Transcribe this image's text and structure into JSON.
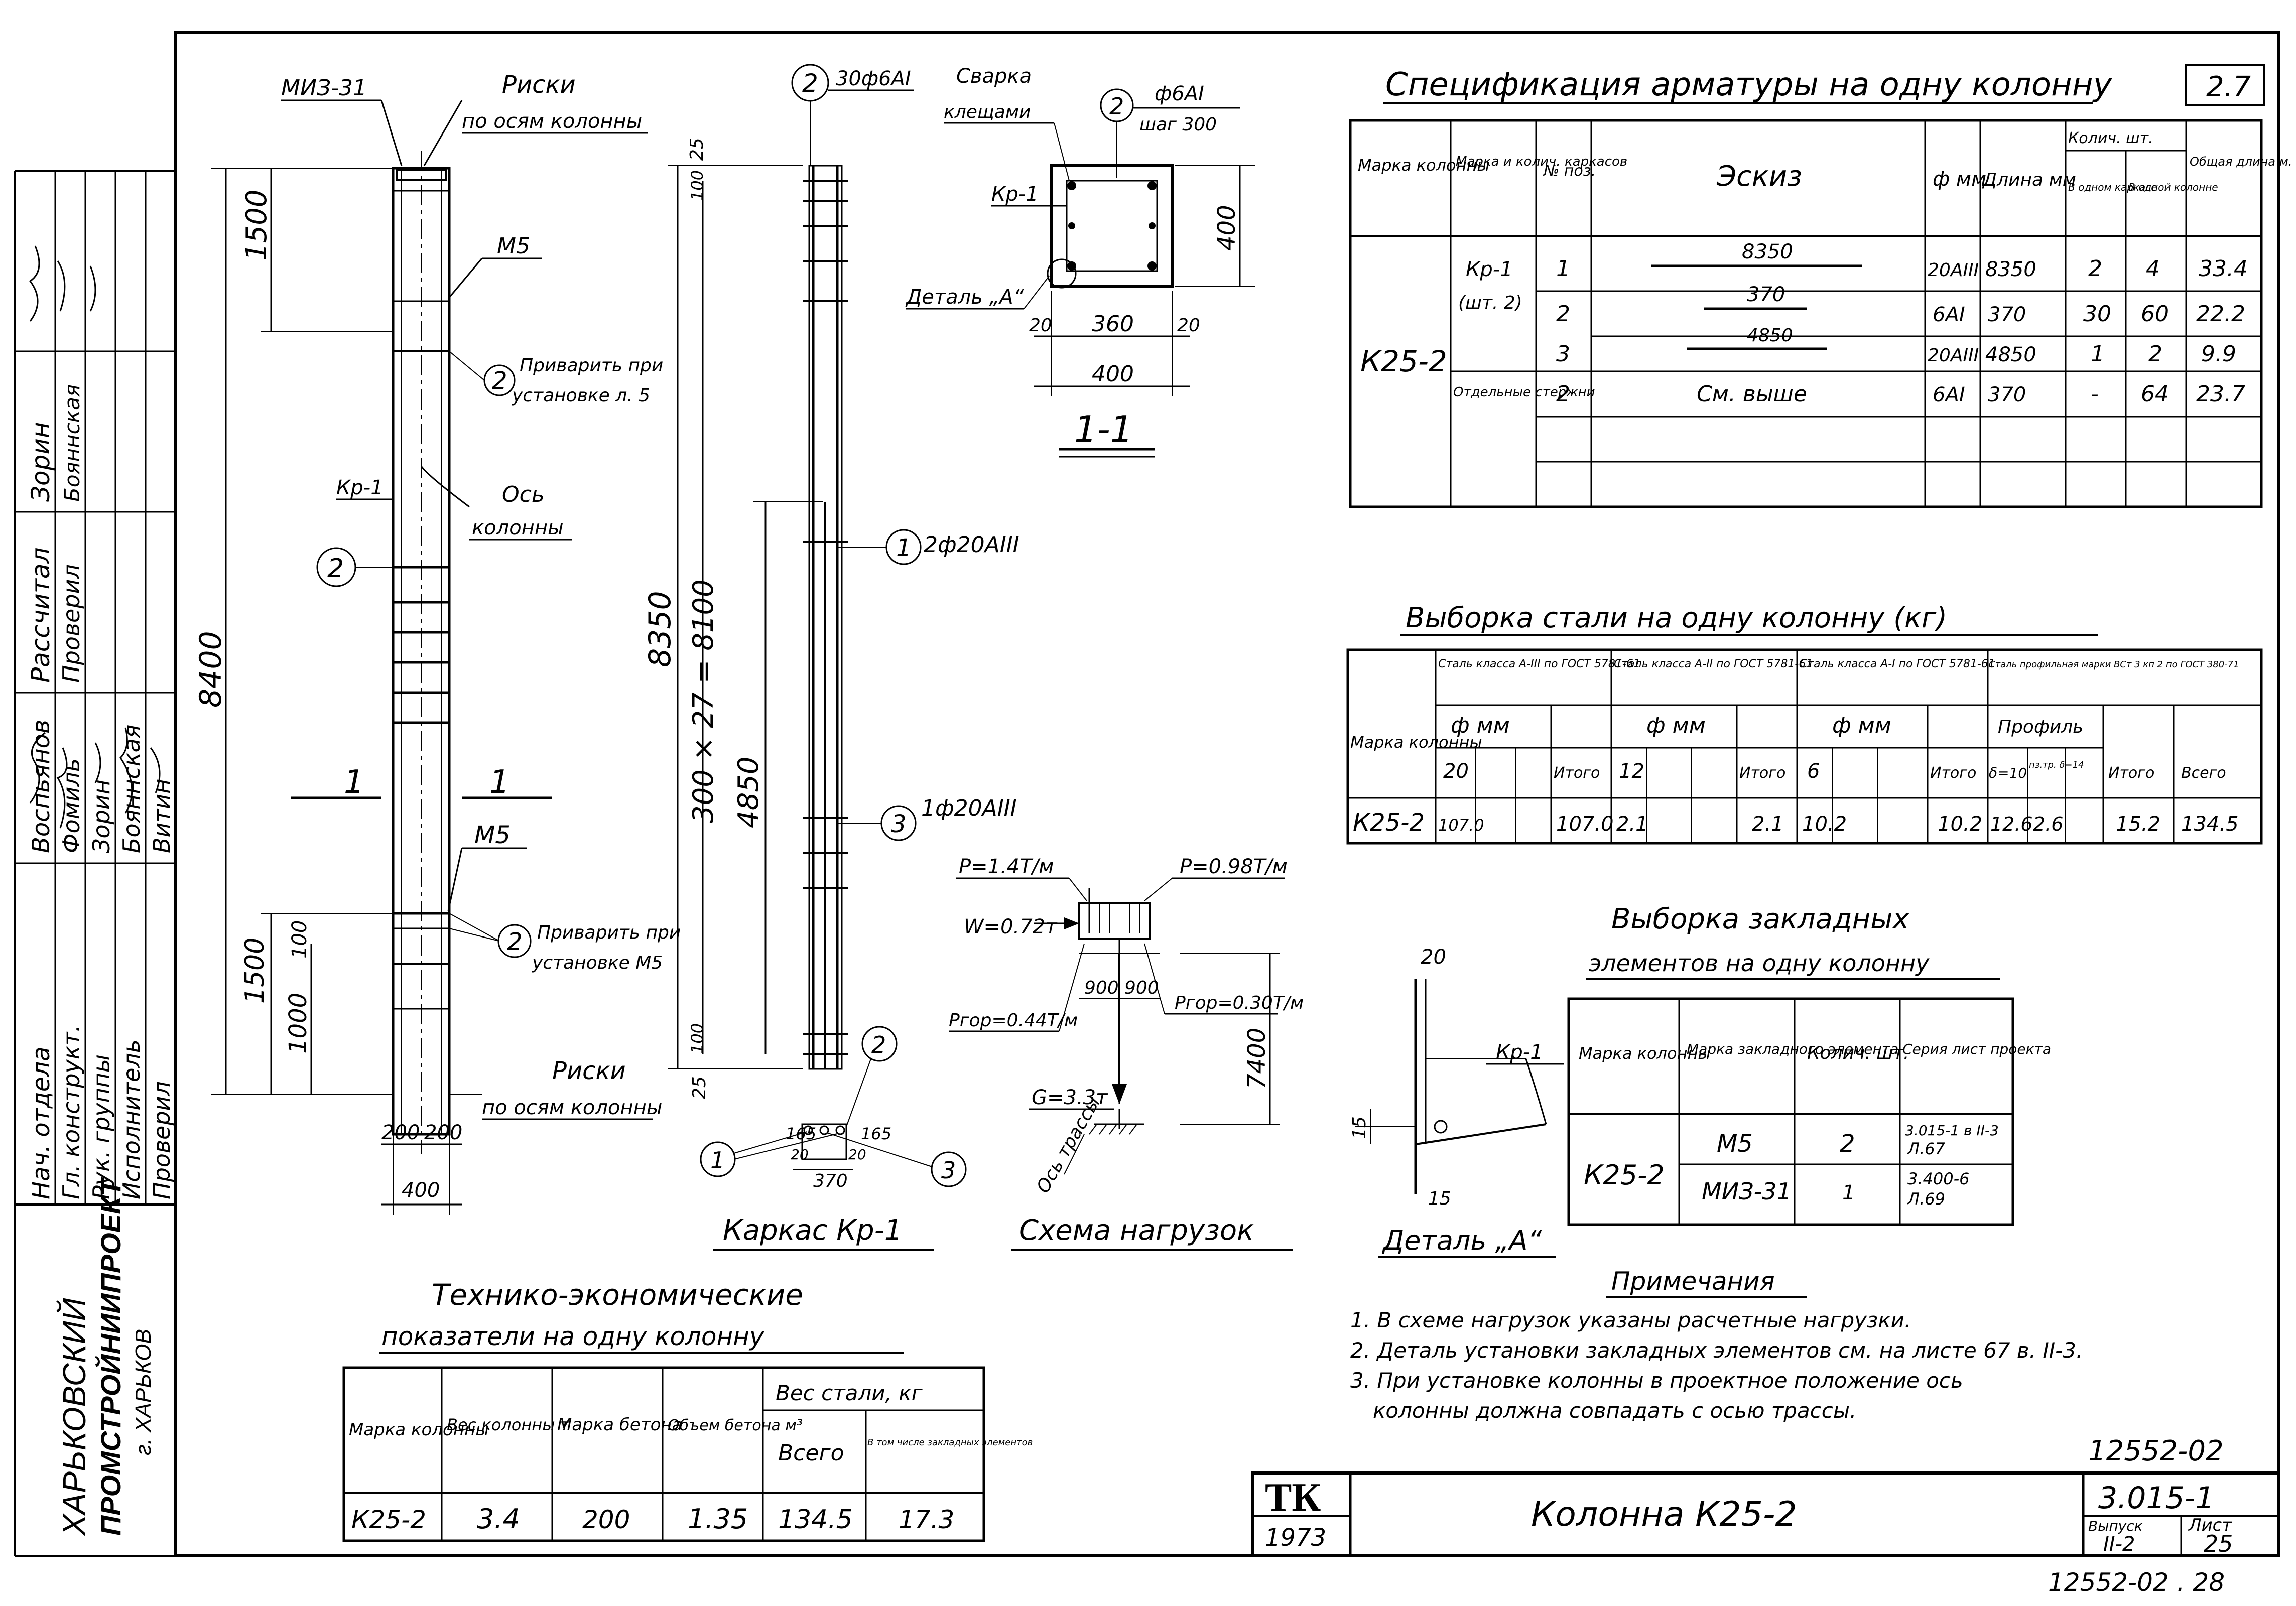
{
  "sheet": {
    "code": "2.7",
    "title": "Колонна К25-2",
    "year": "1973",
    "logo": "ТК",
    "series": "3.015-1",
    "issue_label": "Выпуск",
    "issue": "II-2",
    "sheet_label": "Лист",
    "sheet_no": "25",
    "archive_no": "12552-02",
    "bottom_no": "12552-02 . 28"
  },
  "org": {
    "name1": "ХАРЬКОВСКИЙ",
    "name2": "ПРОМСТРОЙНИИПРОЕКТ",
    "city": "г. ХАРЬКОВ",
    "stamp": [
      {
        "role": "Нач. отдела",
        "name": "Воспьянов"
      },
      {
        "role": "Гл. конструкт.",
        "name": "Фомиль"
      },
      {
        "role": "Рук. группы",
        "name": "Зорин"
      },
      {
        "role": "Исполнитель",
        "name": "Бояннская"
      },
      {
        "role": "Проверил",
        "name": "Витин"
      },
      {
        "role": "Рассчитал",
        "name": "Зорин"
      },
      {
        "role": "Проверил",
        "name": "Бояннская"
      }
    ]
  },
  "column_view": {
    "top_embed": "МИЗ-31",
    "marks_top": "Риски",
    "marks_top2": "по осям колонны",
    "m5_top": "М5",
    "weld_note1": "Приварить при",
    "weld_note1b": "установке л. 5",
    "kr1": "Кр-1",
    "axis": "Ось",
    "axis2": "колонны",
    "pos2": "2",
    "dim_total": "8400",
    "dim_top": "1500",
    "dim_bottom": "1500",
    "dim_1000": "1000",
    "dim_100": "100",
    "section_mark": "1",
    "m5_bottom": "М5",
    "weld_note2": "Приварить при",
    "weld_note2b": "установке М5",
    "marks_bottom": "Риски",
    "marks_bottom2": "по осям колонны",
    "dim_200a": "200",
    "dim_200b": "200",
    "dim_400": "400"
  },
  "cage": {
    "title": "Каркас Кр-1",
    "pos2_label": "30ф6АI",
    "pos1_label": "2ф20АIII",
    "pos3_label": "1ф20АIII",
    "dim_25_top": "25",
    "dim_100_top": "100",
    "dim_8350": "8350",
    "dim_steps": "300 × 27 = 8100",
    "dim_4850": "4850",
    "dim_100_bot": "100",
    "dim_25_bot": "25",
    "sec_165a": "165",
    "sec_165b": "165",
    "sec_20a": "20",
    "sec_20b": "20",
    "sec_370": "370",
    "n1": "1",
    "n2": "2",
    "n3": "3"
  },
  "section": {
    "title": "1-1",
    "weld": "Сварка",
    "weld2": "клещами",
    "rod": "ф6АI",
    "step": "шаг 300",
    "kr": "Кр-1",
    "detail": "Деталь „А“",
    "d400v": "400",
    "d20a": "20",
    "d360": "360",
    "d20b": "20",
    "d400h": "400",
    "n2": "2"
  },
  "loads": {
    "title": "Схема нагрузок",
    "p1": "P=1.4Т/м",
    "p2": "P=0.98Т/м",
    "w": "W=0.72т",
    "ptop1": "Pгор=0.44Т/м",
    "ptop2": "Pгор=0.30Т/м",
    "d900a": "900",
    "d900b": "900",
    "g": "G=3.3т",
    "h": "7400",
    "axis": "Ось трассы"
  },
  "spec": {
    "title": "Спецификация арматуры на одну колонну",
    "headers": [
      "Марка колонны",
      "Марка и колич. каркасов",
      "№ поз.",
      "Эскиз",
      "ф мм",
      "Длина мм",
      "Колич. шт.",
      "Общая длина м."
    ],
    "sub_headers": [
      "В одном каркасе",
      "В одной колонне"
    ],
    "mark": "К25-2",
    "cage": "Кр-1",
    "cage2": "(шт. 2)",
    "separate": "Отдельные стержни",
    "rows": [
      {
        "pos": "1",
        "sketch": "8350",
        "d": "20АIII",
        "len": "8350",
        "inCage": "2",
        "inCol": "4",
        "total": "33.4"
      },
      {
        "pos": "2",
        "sketch": "370",
        "d": "6АI",
        "len": "370",
        "inCage": "30",
        "inCol": "60",
        "total": "22.2"
      },
      {
        "pos": "3",
        "sketch": "4850",
        "d": "20АIII",
        "len": "4850",
        "inCage": "1",
        "inCol": "2",
        "total": "9.9"
      },
      {
        "pos": "2",
        "sketch": "См. выше",
        "d": "6АI",
        "len": "370",
        "inCage": "-",
        "inCol": "64",
        "total": "23.7"
      }
    ]
  },
  "steel": {
    "title": "Выборка стали на одну колонну (кг)",
    "mark_h": "Марка колонны",
    "g1": "Сталь класса А-III по ГОСТ 5781-61",
    "g2": "Сталь класса А-II по ГОСТ 5781-61",
    "g3": "Сталь класса А-I по ГОСТ 5781-61",
    "g4": "Сталь профильная марки ВСт 3 кп 2 по ГОСТ 380-71",
    "dmm": "ф мм",
    "profile": "Профиль",
    "itogo": "Итого",
    "vsego": "Всего",
    "d20": "20",
    "d12": "12",
    "d6": "6",
    "p1": "δ=10",
    "p2": "пз.тр. δ=14",
    "row": {
      "mark": "К25-2",
      "a3_20": "107.0",
      "a3_tot": "107.0",
      "a2_12": "2.1",
      "a2_tot": "2.1",
      "a1_6": "10.2",
      "a1_tot": "10.2",
      "pr1": "12.6",
      "pr2": "2.6",
      "pr_tot": "15.2",
      "total": "134.5"
    }
  },
  "embeds": {
    "title1": "Выборка закладных",
    "title2": "элементов на одну колонну",
    "headers": [
      "Марка колонны",
      "Марка закладного элемента",
      "Колич. шт.",
      "Серия лист проекта"
    ],
    "mark": "К25-2",
    "rows": [
      {
        "elem": "М5",
        "qty": "2",
        "ref1": "3.015-1 в II-3",
        "ref2": "Л.67"
      },
      {
        "elem": "МИЗ-31",
        "qty": "1",
        "ref1": "3.400-6",
        "ref2": "Л.69"
      }
    ]
  },
  "detail_a": {
    "title": "Деталь „А“",
    "kr": "Кр-1",
    "d20": "20",
    "d15a": "15",
    "d15b": "15"
  },
  "notes": {
    "title": "Примечания",
    "items": [
      "1. В схеме нагрузок указаны расчетные нагрузки.",
      "2. Деталь установки закладных элементов см. на листе 67 в. II-3.",
      "3. При установке колонны в проектное положение ось",
      "колонны должна совпадать с осью трассы."
    ]
  },
  "tech": {
    "title1": "Технико-экономические",
    "title2": "показатели на одну колонну",
    "headers": [
      "Марка колонны",
      "Вес колонны т",
      "Марка бетона",
      "Объем бетона м³",
      "Вес стали, кг"
    ],
    "sub": [
      "Всего",
      "В том числе закладных элементов"
    ],
    "row": {
      "mark": "К25-2",
      "weight": "3.4",
      "concrete": "200",
      "volume": "1.35",
      "steel": "134.5",
      "embed": "17.3"
    }
  }
}
